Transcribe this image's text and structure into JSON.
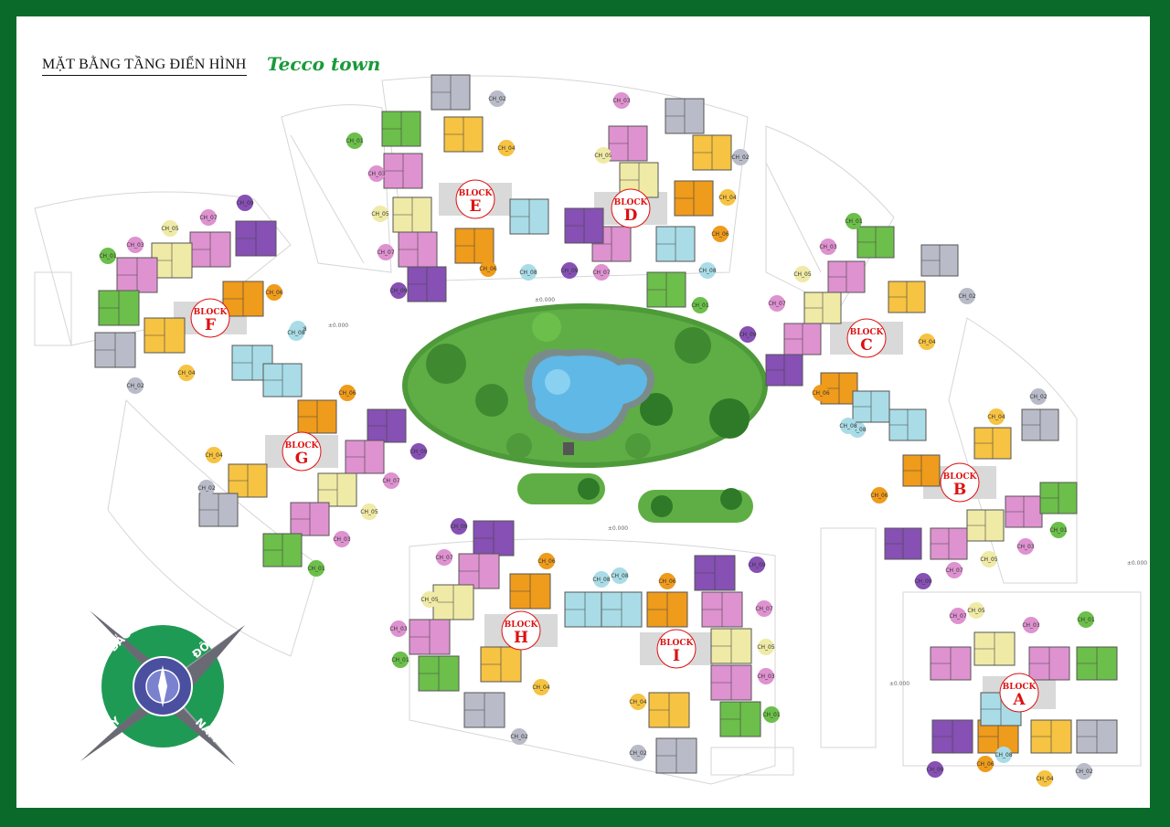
{
  "header": {
    "title": "MẶT BẰNG TẦNG ĐIỂN HÌNH",
    "brand": "Tecco town"
  },
  "level_marks": [
    "±0.000",
    "±0.000",
    "±0.000",
    "±0.000",
    "±0.000"
  ],
  "unit_colors": {
    "CH_01": "#6cbf4a",
    "CH_02": "#b9bcc8",
    "CH_03": "#de92d0",
    "CH_04": "#f6c342",
    "CH_05": "#efeaa6",
    "CH_06": "#ef9b1b",
    "CH_07": "#de92d0",
    "CH_08": "#a9dce6",
    "CH_09": "#8650b4"
  },
  "blocks": [
    {
      "id": "A",
      "label": "BLOCK",
      "letter": "A",
      "units": [
        "CH_07",
        "CH_05",
        "CH_03",
        "CH_01",
        "CH_09",
        "CH_06",
        "CH_04",
        "CH_02",
        "CH_08"
      ]
    },
    {
      "id": "B",
      "label": "BLOCK",
      "letter": "B",
      "units": [
        "CH_02",
        "CH_04",
        "CH_06",
        "CH_08",
        "CH_09",
        "CH_07",
        "CH_05",
        "CH_03",
        "CH_01"
      ]
    },
    {
      "id": "C",
      "label": "BLOCK",
      "letter": "C",
      "units": [
        "CH_01",
        "CH_03",
        "CH_05",
        "CH_07",
        "CH_09",
        "CH_02",
        "CH_04",
        "CH_06",
        "CH_08"
      ]
    },
    {
      "id": "D",
      "label": "BLOCK",
      "letter": "D",
      "units": [
        "CH_02",
        "CH_04",
        "CH_06",
        "CH_08",
        "CH_01",
        "CH_03",
        "CH_05",
        "CH_07",
        "CH_09"
      ]
    },
    {
      "id": "E",
      "label": "BLOCK",
      "letter": "E",
      "units": [
        "CH_02",
        "CH_04",
        "CH_01",
        "CH_03",
        "CH_05",
        "CH_07",
        "CH_09",
        "CH_06",
        "CH_08"
      ]
    },
    {
      "id": "F",
      "label": "BLOCK",
      "letter": "F",
      "units": [
        "CH_09",
        "CH_07",
        "CH_05",
        "CH_03",
        "CH_01",
        "CH_06",
        "CH_02",
        "CH_04",
        "CH_08"
      ]
    },
    {
      "id": "G",
      "label": "BLOCK",
      "letter": "G",
      "units": [
        "CH_06",
        "CH_09",
        "CH_07",
        "CH_05",
        "CH_03",
        "CH_01",
        "CH_04",
        "CH_02",
        "CH_08"
      ]
    },
    {
      "id": "H",
      "label": "BLOCK",
      "letter": "H",
      "units": [
        "CH_09",
        "CH_07",
        "CH_06",
        "CH_05",
        "CH_03",
        "CH_01",
        "CH_04",
        "CH_02",
        "CH_08"
      ]
    },
    {
      "id": "I",
      "label": "BLOCK",
      "letter": "I",
      "units": [
        "CH_08",
        "CH_06",
        "CH_09",
        "CH_07",
        "CH_05",
        "CH_03",
        "CH_01",
        "CH_04",
        "CH_02"
      ]
    }
  ],
  "compass": {
    "north": "BẮC",
    "east": "ĐÔNG",
    "south": "NAM",
    "west": "TÂY"
  }
}
